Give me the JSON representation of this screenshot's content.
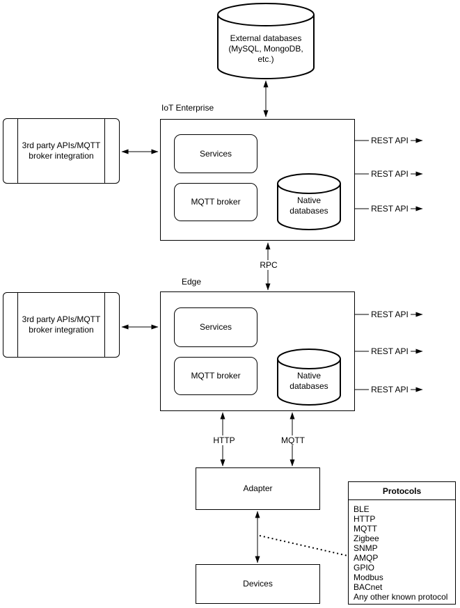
{
  "nodes": {
    "external_databases": {
      "label": "External databases\n(MySQL, MongoDB,\netc.)"
    },
    "iot_enterprise": {
      "title": "IoT Enterprise",
      "services_label": "Services",
      "mqtt_broker_label": "MQTT broker",
      "native_databases_label": "Native\ndatabases"
    },
    "edge": {
      "title": "Edge",
      "services_label": "Services",
      "mqtt_broker_label": "MQTT broker",
      "native_databases_label": "Native\ndatabases"
    },
    "enterprise_integration": {
      "label": "3rd party APIs/MQTT\nbroker integration"
    },
    "edge_integration": {
      "label": "3rd party APIs/MQTT\nbroker integration"
    },
    "adapter": {
      "label": "Adapter"
    },
    "devices": {
      "label": "Devices"
    },
    "protocols": {
      "title": "Protocols",
      "items": [
        "BLE",
        "HTTP",
        "MQTT",
        "Zigbee",
        "SNMP",
        "AMQP",
        "GPIO",
        "Modbus",
        "BACnet",
        "Any other known protocol"
      ]
    }
  },
  "connections": {
    "rest_api_label": "REST API",
    "rpc_label": "RPC",
    "http_label": "HTTP",
    "mqtt_label": "MQTT"
  },
  "colors": {
    "stroke": "#000000",
    "background": "#ffffff",
    "text": "#000000"
  }
}
